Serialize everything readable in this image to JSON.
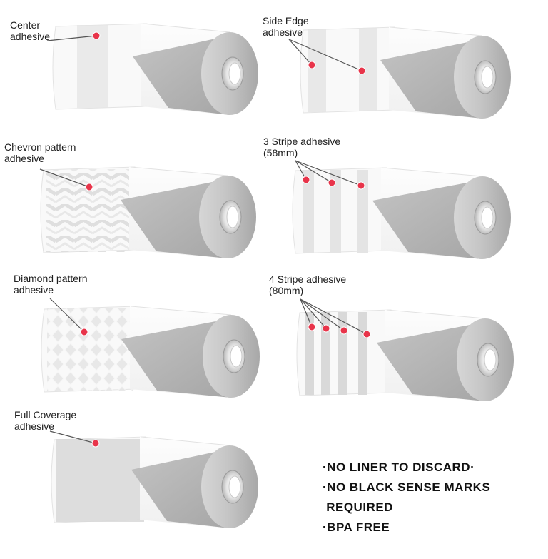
{
  "rolls": [
    {
      "id": "center",
      "label_lines": [
        "Center",
        "adhesive"
      ],
      "pattern": "center-band",
      "dots": [
        [
          135,
          50
        ]
      ]
    },
    {
      "id": "side-edge",
      "label_lines": [
        "Side Edge",
        "adhesive"
      ],
      "pattern": "side-edge",
      "dots": [
        [
          437,
          91
        ],
        [
          507,
          99
        ]
      ]
    },
    {
      "id": "chevron",
      "label_lines": [
        "Chevron pattern",
        "adhesive"
      ],
      "pattern": "chevron",
      "dots": [
        [
          125,
          262
        ]
      ]
    },
    {
      "id": "three-stripe",
      "label_lines": [
        "3 Stripe adhesive",
        "(58mm)"
      ],
      "pattern": "three-stripe",
      "dots": [
        [
          429,
          252
        ],
        [
          465,
          256
        ],
        [
          506,
          260
        ]
      ]
    },
    {
      "id": "diamond",
      "label_lines": [
        "Diamond pattern",
        "adhesive"
      ],
      "pattern": "diamond",
      "dots": [
        [
          118,
          465
        ]
      ]
    },
    {
      "id": "four-stripe",
      "label_lines": [
        "4 Stripe adhesive",
        "(80mm)"
      ],
      "pattern": "four-stripe",
      "dots": [
        [
          437,
          458
        ],
        [
          457,
          460
        ],
        [
          482,
          463
        ],
        [
          514,
          468
        ]
      ]
    },
    {
      "id": "full-coverage",
      "label_lines": [
        "Full Coverage",
        "adhesive"
      ],
      "pattern": "full",
      "dots": [
        [
          134,
          621
        ]
      ]
    }
  ],
  "features": [
    "·NO LINER TO DISCARD·",
    "·NO BLACK SENSE MARKS",
    " REQUIRED",
    "·BPA FREE"
  ],
  "colors": {
    "dot": "#e8344a",
    "leader": "#555555",
    "paper": "#f9f9f9",
    "core": "#b9b9b9",
    "adhesive": "#e4e4e4"
  }
}
